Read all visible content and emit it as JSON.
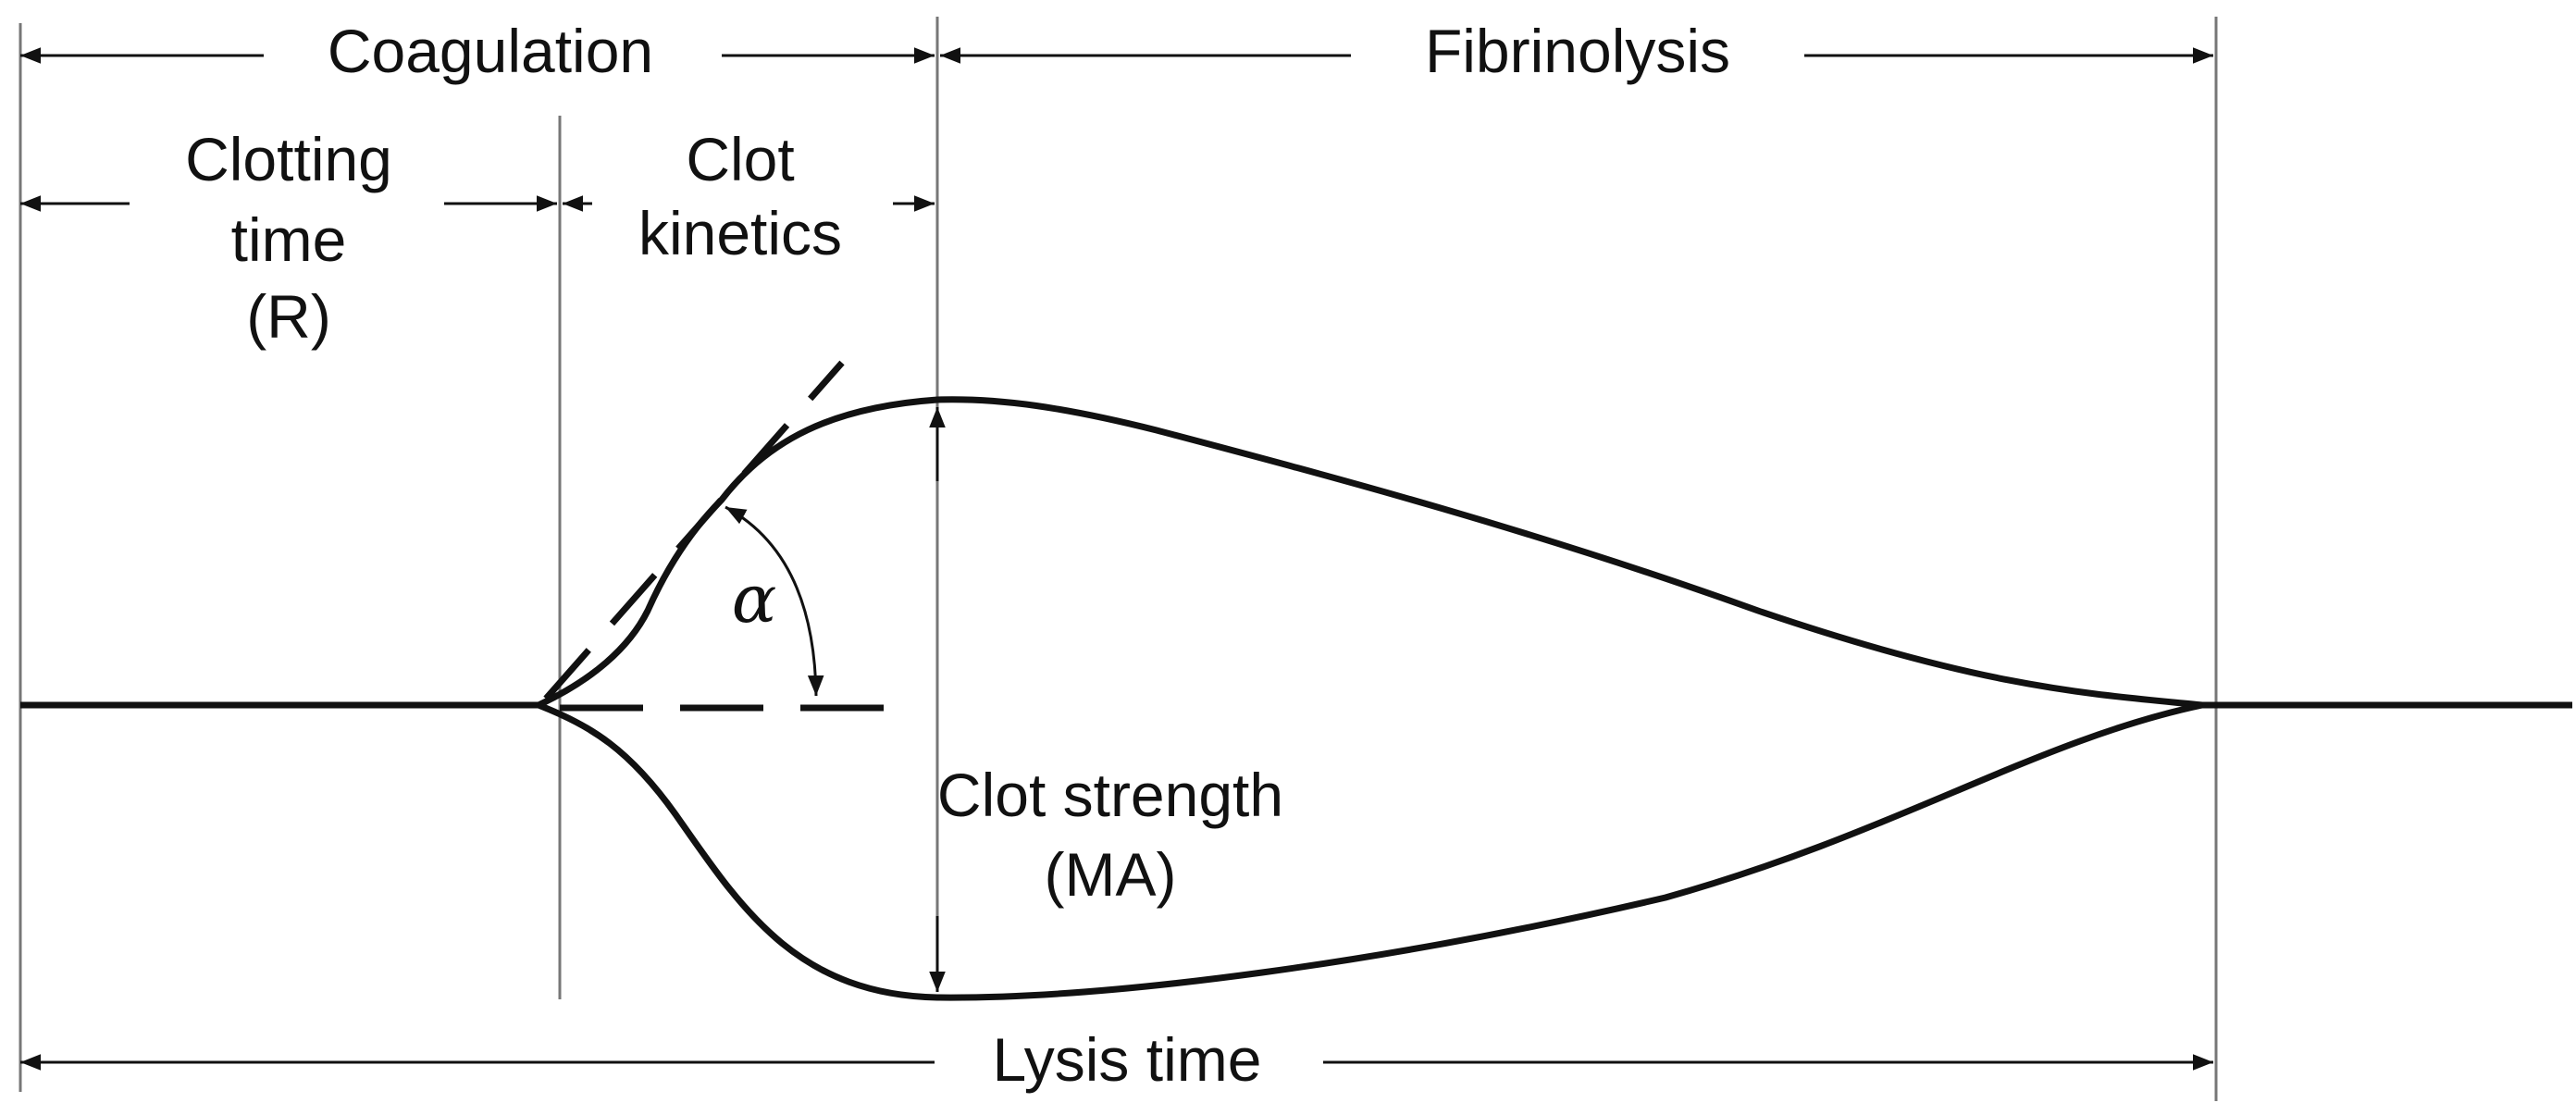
{
  "phases": {
    "coagulation": "Coagulation",
    "fibrinolysis": "Fibrinolysis",
    "clotting_time": [
      "Clotting",
      "time",
      "(R)"
    ],
    "clot_kinetics": [
      "Clot",
      "kinetics"
    ]
  },
  "angle_label": "α",
  "clot_strength": [
    "Clot strength",
    "(MA)"
  ],
  "lysis_time": "Lysis time"
}
